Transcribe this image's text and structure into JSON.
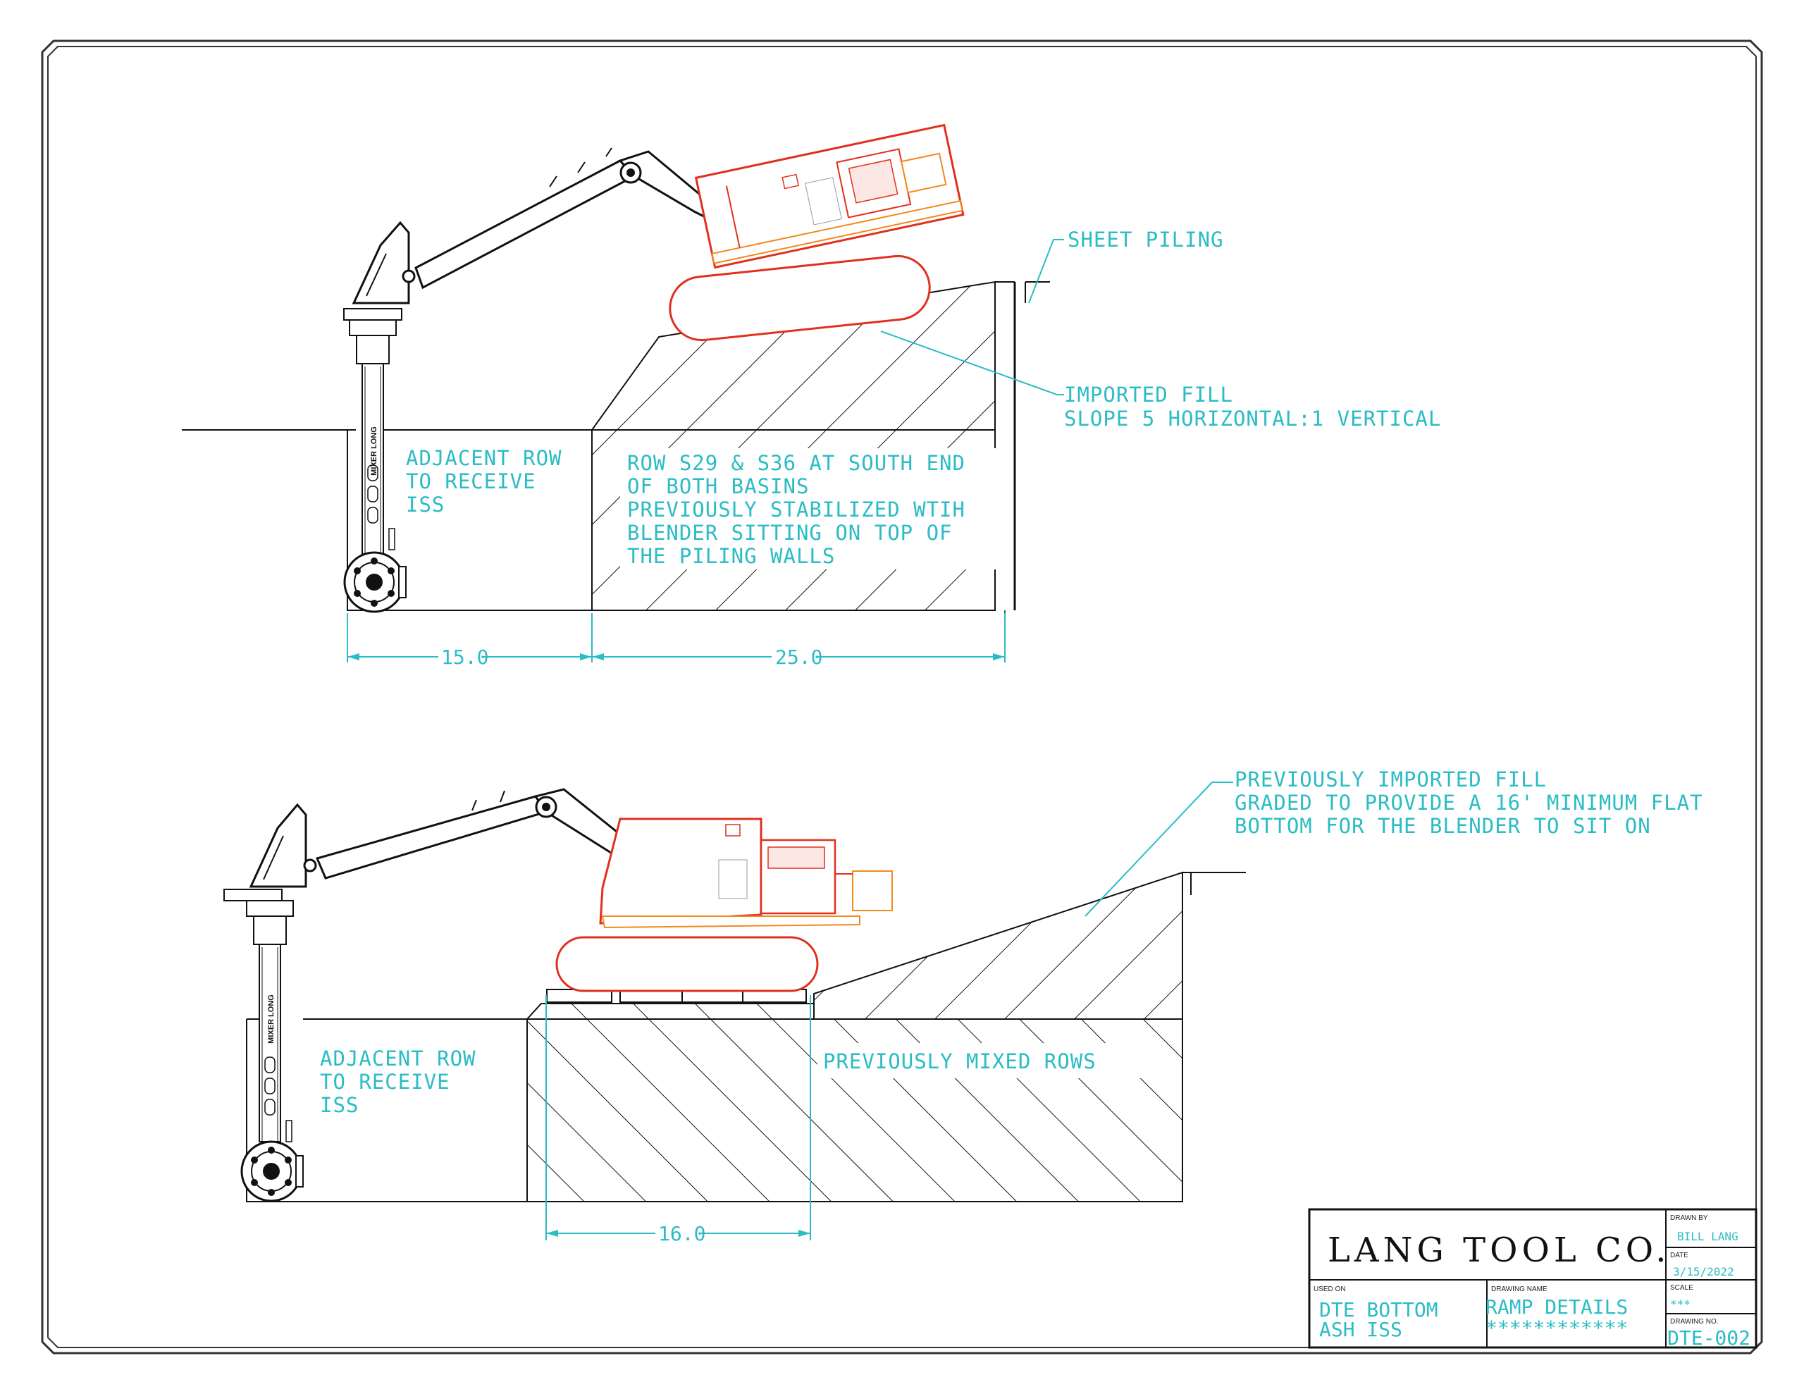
{
  "upper_view": {
    "sheet_piling": "SHEET PILING",
    "imported_fill": [
      "IMPORTED FILL",
      "SLOPE 5 HORIZONTAL:1 VERTICAL"
    ],
    "adjacent_row": [
      "ADJACENT ROW",
      "TO RECEIVE",
      "ISS"
    ],
    "row_note": [
      "ROW S29 & S36 AT SOUTH END",
      "OF BOTH BASINS",
      "PREVIOUSLY STABILIZED WTIH",
      "BLENDER SITTING ON TOP OF",
      "THE PILING WALLS"
    ],
    "dim_left": "15.0",
    "dim_right": "25.0",
    "mixer_label": "MIXER LONG"
  },
  "lower_view": {
    "fill_note": [
      "PREVIOUSLY IMPORTED FILL",
      "GRADED TO PROVIDE A 16' MINIMUM FLAT",
      "BOTTOM FOR THE BLENDER TO SIT ON"
    ],
    "adjacent_row": [
      "ADJACENT ROW",
      "TO RECEIVE",
      "ISS"
    ],
    "mixed_rows": "PREVIOUSLY MIXED ROWS",
    "dim": "16.0",
    "mixer_label": "MIXER LONG"
  },
  "title_block": {
    "company": "LANG TOOL CO.",
    "drawn_by_label": "DRAWN BY",
    "drawn_by": "BILL LANG",
    "date_label": "DATE",
    "date": "3/15/2022",
    "scale_label": "SCALE",
    "scale": "***",
    "used_on_label": "USED ON",
    "used_on": [
      "DTE BOTTOM",
      "ASH ISS"
    ],
    "drawing_name_label": "DRAWING NAME",
    "drawing_name": "RAMP DETAILS",
    "drawing_name_stars": "************",
    "drawing_no_label": "DRAWING NO.",
    "drawing_no": "DTE-002"
  },
  "colors": {
    "annotation": "#2bbcc4",
    "machine": "#e0301e",
    "machine_secondary": "#f28a1c",
    "line": "#111111"
  }
}
